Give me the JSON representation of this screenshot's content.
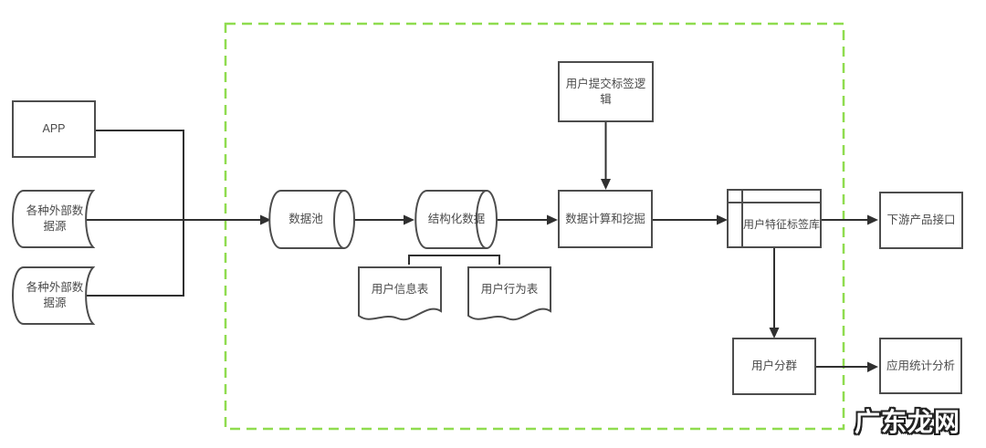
{
  "diagram": {
    "nodes": {
      "app": {
        "label": "APP",
        "shape": "rectangle"
      },
      "external_source_1": {
        "label": "各种外部数据源",
        "shape": "stored-data"
      },
      "external_source_2": {
        "label": "各种外部数据源",
        "shape": "stored-data"
      },
      "data_pool": {
        "label": "数据池",
        "shape": "horizontal-cylinder"
      },
      "structured_data": {
        "label": "结构化数据",
        "shape": "horizontal-cylinder"
      },
      "tag_logic": {
        "label": "用户提交标签逻辑",
        "shape": "rectangle"
      },
      "data_mining": {
        "label": "数据计算和挖掘",
        "shape": "rectangle"
      },
      "tag_library": {
        "label": "用户特征标签库",
        "shape": "internal-storage"
      },
      "downstream_api": {
        "label": "下游产品接口",
        "shape": "rectangle"
      },
      "user_info_table": {
        "label": "用户信息表",
        "shape": "document"
      },
      "user_behavior_table": {
        "label": "用户行为表",
        "shape": "document"
      },
      "user_segmentation": {
        "label": "用户分群",
        "shape": "rectangle"
      },
      "stats_analysis": {
        "label": "应用统计分析",
        "shape": "rectangle"
      }
    },
    "watermark": {
      "text": "广东龙网"
    },
    "colors": {
      "boundary_green": "#8fdc4f",
      "shape_stroke": "#4d4d4d",
      "connector": "#303030",
      "text_color": "#4a4a4a",
      "background": "#ffffff"
    }
  }
}
